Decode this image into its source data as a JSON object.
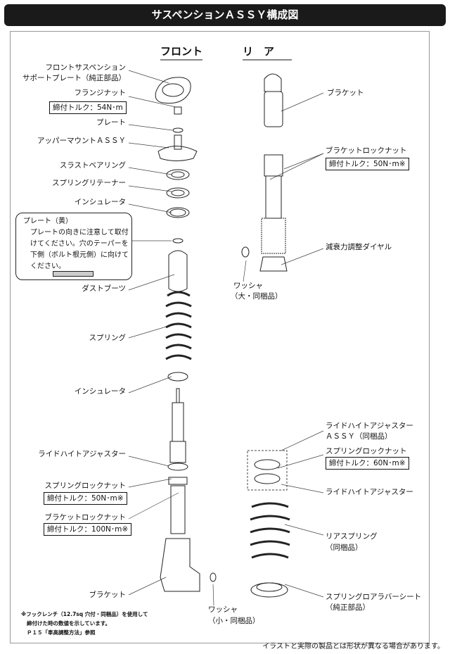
{
  "title": "サスペンションＡＳＳＹ構成図",
  "headings": {
    "front": "フロント",
    "rear": "リ　ア"
  },
  "front": {
    "support_plate_1": "フロントサスペンション",
    "support_plate_2": "サポートプレート（純正部品）",
    "flange_nut": "フランジナット",
    "flange_nut_torque": "締付トルク：54N･m",
    "plate": "プレート",
    "upper_mount": "アッパーマウントＡＳＳＹ",
    "thrust_bearing": "スラストベアリング",
    "spring_retainer": "スプリングリテーナー",
    "insulator_top": "インシュレータ",
    "dust_boot": "ダストブーツ",
    "spring": "スプリング",
    "insulator_bottom": "インシュレータ",
    "ride_height_adjuster": "ライドハイトアジャスター",
    "spring_lock_nut": "スプリングロックナット",
    "spring_lock_nut_torque": "締付トルク：50N･m※",
    "bracket_lock_nut": "ブラケットロックナット",
    "bracket_lock_nut_torque": "締付トルク：100N･m※",
    "bracket": "ブラケット",
    "washer_1": "ワッシャ",
    "washer_2": "（小・同梱品）"
  },
  "note": {
    "title": "プレート（黄）",
    "line1": "プレートの向きに注意して取付",
    "line2": "けてください。穴のテーパーを",
    "line3": "下側（ボルト根元側）に向けて",
    "line4": "ください。"
  },
  "rear": {
    "bracket": "ブラケット",
    "bracket_lock_nut": "ブラケットロックナット",
    "bracket_lock_nut_torque": "締付トルク：50N･m※",
    "damping_dial": "減衰力調整ダイヤル",
    "washer_1": "ワッシャ",
    "washer_2": "（大・同梱品）",
    "rha_assy_1": "ライドハイトアジャスター",
    "rha_assy_2": "ＡＳＳＹ（同梱品）",
    "spring_lock_nut": "スプリングロックナット",
    "spring_lock_nut_torque": "締付トルク：60N･m※",
    "ride_height_adjuster": "ライドハイトアジャスター",
    "rear_spring_1": "リアスプリング",
    "rear_spring_2": "（同梱品）",
    "lower_seat_1": "スプリングロアラバーシート",
    "lower_seat_2": "（純正部品）"
  },
  "footnote": {
    "line1": "※フックレンチ（12.7sq 穴付・同梱品）を使用して",
    "line2": "締付けた時の数値を示しています。",
    "line3": "Ｐ１５「車高調整方法」参照"
  },
  "disclaimer": "イラストと実際の製品とは形状が異なる場合があります。"
}
